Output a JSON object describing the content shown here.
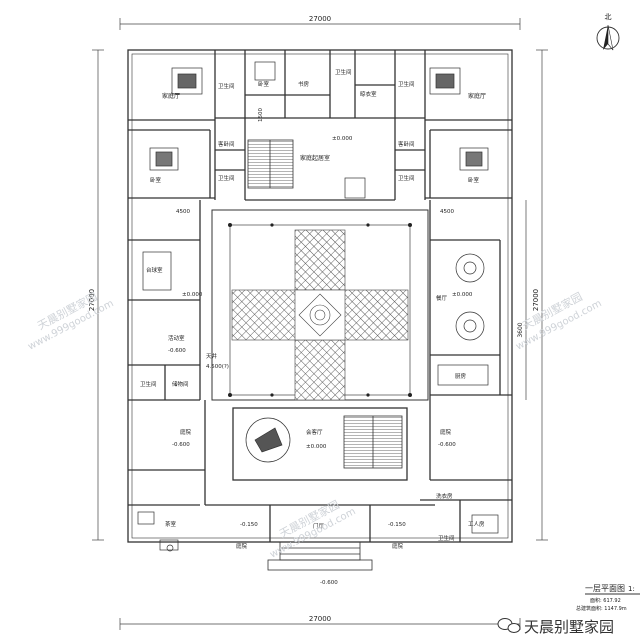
{
  "dimensions": {
    "top_width": "27000",
    "bottom_width": "27000",
    "left_height": "27000",
    "right_height": "27000",
    "hall_depth": "1500",
    "left_east_west": "4500",
    "right_east_west": "4500",
    "courtyard_offset_right": "3600"
  },
  "north": {
    "label": "北"
  },
  "rooms": {
    "family_hall_left": "家庭厅",
    "family_hall_right": "家庭厅",
    "bath_top_left": "卫生间",
    "bath_top_right": "卫生间",
    "bedroom_top": "卧室",
    "study": "书房",
    "bath_center": "卫生间",
    "laundry_top": "晾衣室",
    "family_living": "家庭起居室",
    "guest_room_left": "客卧间",
    "guest_room_right": "客卧间",
    "bath_mid_left": "卫生间",
    "bath_mid_right": "卫生间",
    "bedroom_left": "卧室",
    "bedroom_right": "卧室",
    "chess_room": "台球室",
    "activity_room": "活动室",
    "bath_lower_left": "卫生间",
    "storage_lower_left": "储物间",
    "dining": "餐厅",
    "kitchen": "厨房",
    "courtyard_left": "庭院",
    "courtyard_right": "庭院",
    "banquet_hall": "会客厅",
    "tea_room": "茶室",
    "front_courtyard_left": "庭院",
    "front_courtyard_right": "庭院",
    "gate_hall": "门厅",
    "laundry_right": "洗衣房",
    "worker_room": "工人房",
    "bath_right_bottom": "卫生间",
    "stairs_note": "天井"
  },
  "levels": {
    "family_living": "±0.000",
    "chess": "±0.000",
    "dining": "±0.000",
    "banquet": "±0.000",
    "courtyard_left": "-0.600",
    "courtyard_right": "-0.600",
    "front_left": "-0.150",
    "front_right": "-0.150",
    "entry": "-0.600",
    "activity": "-0.600",
    "stair_mark": "4.500(?)"
  },
  "title_block": {
    "title": "一层平面图",
    "scale": "1:",
    "area_line_1": "面积: 617.92",
    "area_line_2": "总建筑面积: 1147.9m"
  },
  "watermarks": {
    "brand_cn": "天晨别墅家园",
    "url": "www.999good.com"
  },
  "footer_logo": "天晨别墅家园",
  "colors": {
    "line": "#333333",
    "hatch": "#555555",
    "watermark": "#cfd3d8",
    "background": "#ffffff"
  }
}
